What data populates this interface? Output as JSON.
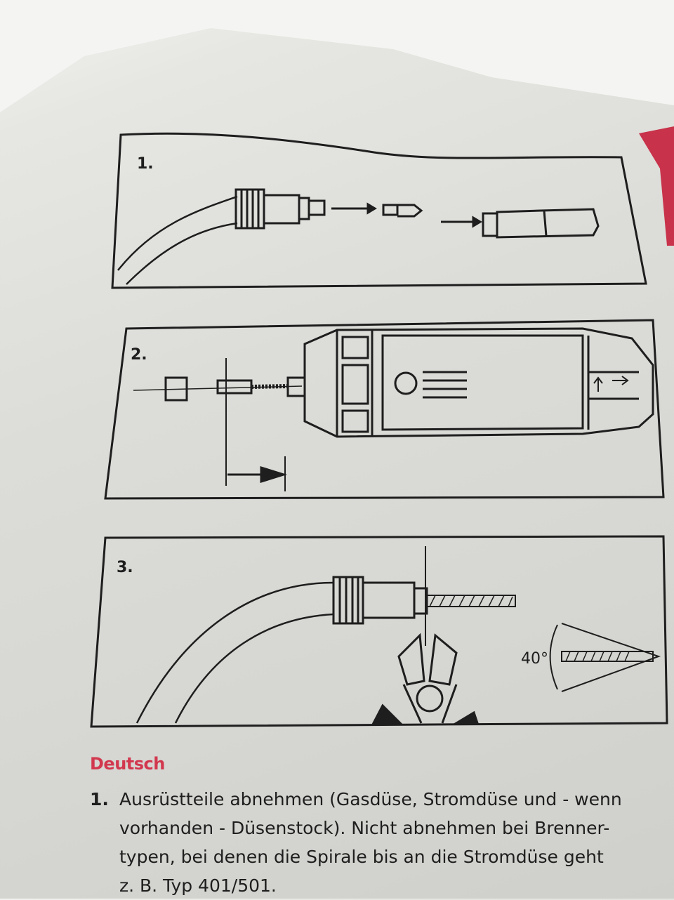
{
  "panels": [
    {
      "label": "1."
    },
    {
      "label": "2."
    },
    {
      "label": "3.",
      "angle_label": "40°"
    }
  ],
  "section": {
    "heading": "Deutsch",
    "step_number": "1.",
    "step_lines": [
      "Ausrüstteile abnehmen (Gasdüse, Stromdüse und - wenn",
      "vorhanden - Düsenstock). Nicht abnehmen bei Brenner-",
      "typen, bei denen die Spirale bis an die Stromdüse geht",
      "z. B. Typ 401/501."
    ]
  },
  "colors": {
    "accent": "#d2384e",
    "ink": "#1e1e1e"
  }
}
